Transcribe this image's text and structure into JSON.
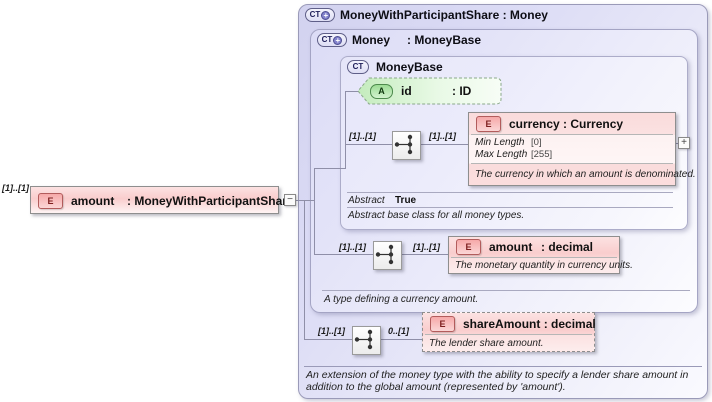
{
  "root_element": {
    "cardinality": "[1]..[1]",
    "badge": "E",
    "name": "amount",
    "type": ": MoneyWithParticipantShare"
  },
  "collapse_toggle": "−",
  "outer_type": {
    "badge": "CT",
    "plus": "+",
    "title": "MoneyWithParticipantShare : Money",
    "annotation": "An extension of the money type with the ability to specify a lender share amount in addition to the global amount (represented by 'amount')."
  },
  "money_type": {
    "badge": "CT",
    "plus": "+",
    "name": "Money",
    "type": ": MoneyBase",
    "annotation": "A type defining a currency amount."
  },
  "moneybase_type": {
    "badge": "CT",
    "name": "MoneyBase",
    "abstract_label": "Abstract",
    "abstract_value": "True",
    "annotation": "Abstract base class for all money types."
  },
  "id_attribute": {
    "badge": "A",
    "name": "id",
    "type": ": ID"
  },
  "currency_element": {
    "card_left": "[1]..[1]",
    "card_right": "[1]..[1]",
    "badge": "E",
    "name": "currency",
    "type": ": Currency",
    "facets": [
      {
        "label": "Min Length",
        "value": "[0]"
      },
      {
        "label": "Max Length",
        "value": "[255]"
      }
    ],
    "annotation": "The currency in which an amount is denominated.",
    "expand": "+"
  },
  "amount_element": {
    "card_left": "[1]..[1]",
    "card_right": "[1]..[1]",
    "badge": "E",
    "name": "amount",
    "type": ": decimal",
    "annotation": "The monetary quantity in currency units."
  },
  "share_element": {
    "card_left": "[1]..[1]",
    "card_right": "0..[1]",
    "badge": "E",
    "name": "shareAmount",
    "type": ": decimal",
    "annotation": "The lender share amount."
  }
}
